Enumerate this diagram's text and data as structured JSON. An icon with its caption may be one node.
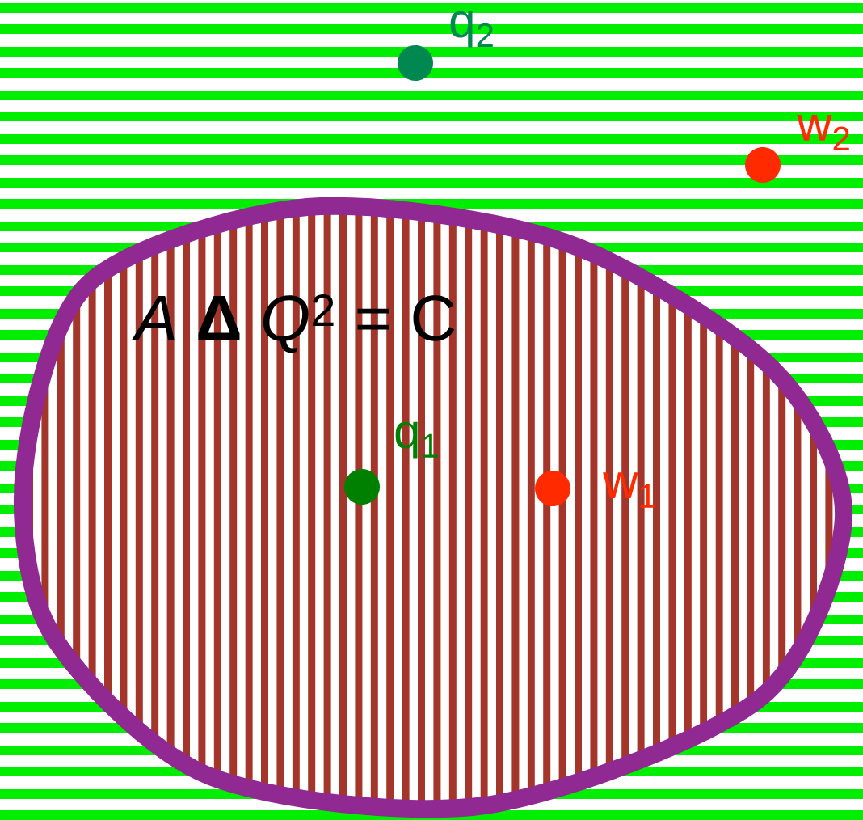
{
  "diagram": {
    "nodes": [
      {
        "text": [
          "q$_{2}$"
        ]
      },
      {
        "text": [
          "w$_{2}$"
        ]
      },
      {
        "text": [
          "*A* **Δ** *Q*$^{2}$ = C"
        ]
      },
      {
        "text": [
          "q$_{1}$"
        ],
        "in": 2
      },
      {
        "text": [
          "w$_{1}$"
        ],
        "in": 2
      }
    ]
  }
}
